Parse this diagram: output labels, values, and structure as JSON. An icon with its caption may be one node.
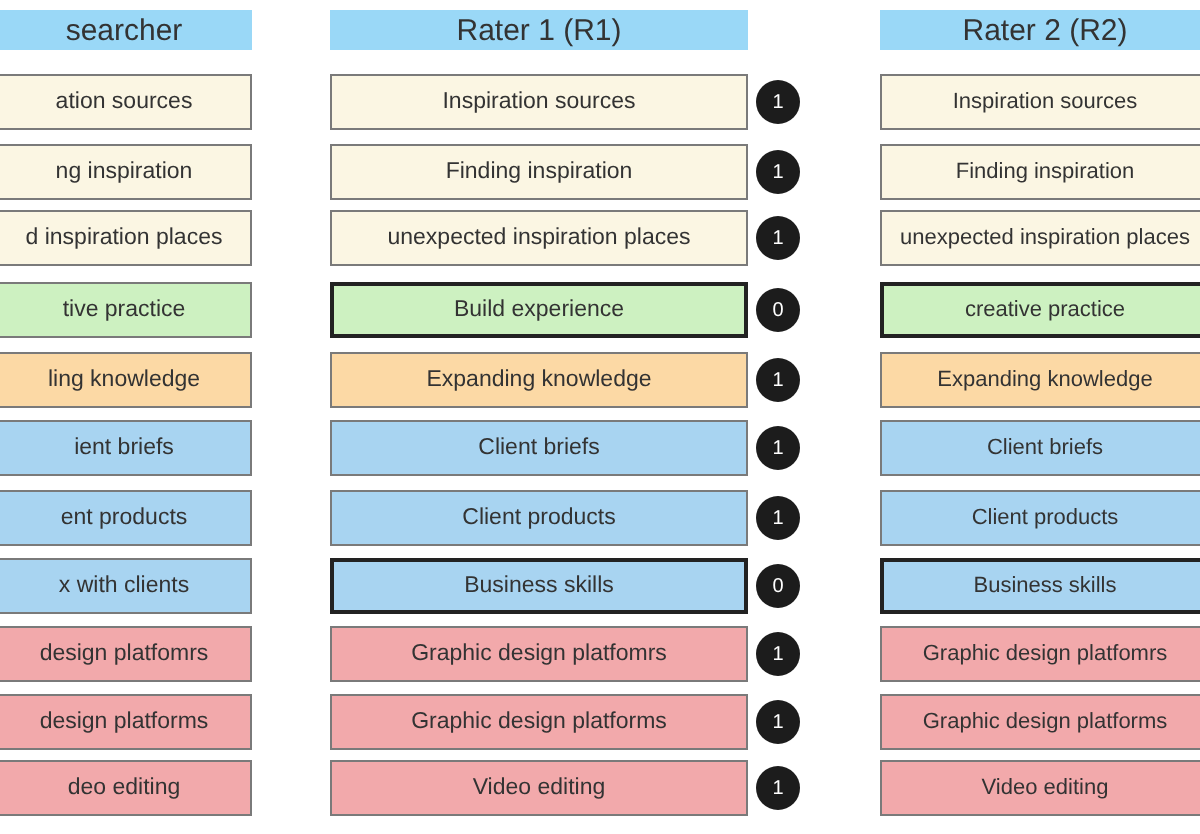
{
  "diagram": {
    "nodes": [
      {
        "text": [
          "searcher"
        ]
      },
      {
        "text": [
          "Rater 1 (R1)"
        ]
      },
      {
        "text": [
          "Rater 2 (R2)"
        ]
      },
      {
        "text": [
          "ation sources"
        ]
      },
      {
        "text": [
          "Inspiration sources"
        ]
      },
      {
        "text": [
          "1"
        ]
      },
      {
        "text": [
          "Inspiration sources"
        ]
      },
      {
        "text": [
          "ng inspiration"
        ]
      },
      {
        "text": [
          "Finding inspiration"
        ]
      },
      {
        "text": [
          "1"
        ]
      },
      {
        "text": [
          "Finding inspiration"
        ]
      },
      {
        "text": [
          "d inspiration places"
        ]
      },
      {
        "text": [
          "unexpected inspiration places"
        ]
      },
      {
        "text": [
          "1"
        ]
      },
      {
        "text": [
          "unexpected inspiration places"
        ]
      },
      {
        "text": [
          "tive practice"
        ]
      },
      {
        "text": [
          "Build experience"
        ]
      },
      {
        "text": [
          "0"
        ]
      },
      {
        "text": [
          "creative practice"
        ]
      },
      {
        "text": [
          "ling knowledge"
        ]
      },
      {
        "text": [
          "Expanding knowledge"
        ]
      },
      {
        "text": [
          "1"
        ]
      },
      {
        "text": [
          "Expanding knowledge"
        ]
      },
      {
        "text": [
          "ient briefs"
        ]
      },
      {
        "text": [
          "Client briefs"
        ]
      },
      {
        "text": [
          "1"
        ]
      },
      {
        "text": [
          "Client briefs"
        ]
      },
      {
        "text": [
          "ent products"
        ]
      },
      {
        "text": [
          "Client products"
        ]
      },
      {
        "text": [
          "1"
        ]
      },
      {
        "text": [
          "Client products"
        ]
      },
      {
        "text": [
          "x with clients"
        ]
      },
      {
        "text": [
          "Business skills"
        ]
      },
      {
        "text": [
          "0"
        ]
      },
      {
        "text": [
          "Business skills"
        ]
      },
      {
        "text": [
          "design platfomrs"
        ]
      },
      {
        "text": [
          "Graphic design platfomrs"
        ]
      },
      {
        "text": [
          "1"
        ]
      },
      {
        "text": [
          "Graphic design platfomrs"
        ]
      },
      {
        "text": [
          "design platforms"
        ]
      },
      {
        "text": [
          "Graphic design platforms"
        ]
      },
      {
        "text": [
          "1"
        ]
      },
      {
        "text": [
          "Graphic design platforms"
        ]
      },
      {
        "text": [
          "deo editing"
        ]
      },
      {
        "text": [
          "Video editing"
        ]
      },
      {
        "text": [
          "1"
        ]
      },
      {
        "text": [
          "Video editing"
        ]
      }
    ]
  }
}
